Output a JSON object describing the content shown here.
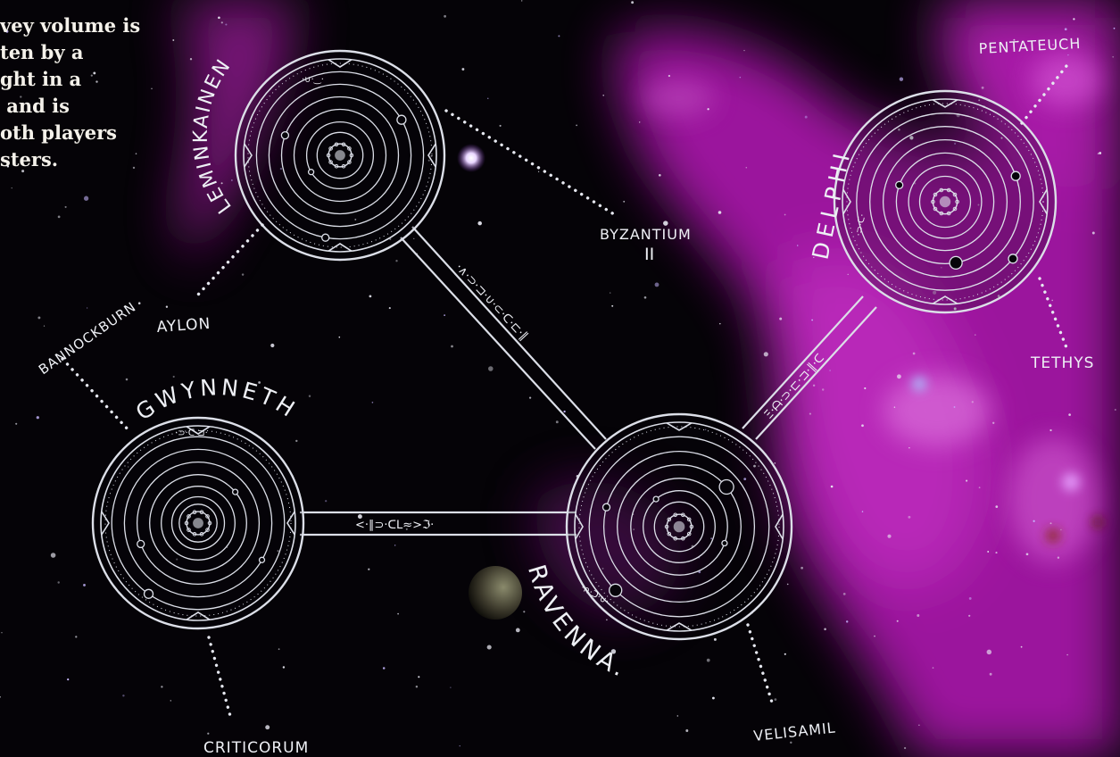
{
  "intro_lines": [
    "vey volume is",
    "ten by a",
    "ght in a",
    " and is",
    "oth players",
    "sters."
  ],
  "systems": {
    "leminkainen": {
      "name": "LEMINKAINEN",
      "glyphs": "·∪·‿·"
    },
    "gwynneth": {
      "name": "GWYNNETH",
      "glyphs": "·⊃·ᑕ·⊐·"
    },
    "ravenna": {
      "name": "RAVENNA.",
      "glyphs": "·∩·ᑐ·∪·"
    },
    "delphi": {
      "name": "DELPHI",
      "glyphs": "·⊃·ᑕ·"
    }
  },
  "places": {
    "byzantium_line1": "BYZANTIUM",
    "byzantium_line2": "II",
    "pentateuch": "PENTATEUCH",
    "tethys": "TETHYS",
    "aylon": "AYLON",
    "bannockburn": "BANNOCKBURN",
    "criticorum": "CRITICORUM",
    "velisamil": "VELISAMIL"
  },
  "routes": {
    "leminkainen_ravenna": "·∧·⊃·⊐·∪·⊂·ᑕ·⊏·∥",
    "gwynneth_ravenna": "<·∥⊃·ᑕᒪ≈>ℑ·",
    "ravenna_delphi": "Ξ·ᗩ·⊃·⊏·⊐·∥·ᑕ"
  },
  "colors": {
    "space": "#050307",
    "nebula": "#b418b4",
    "line": "#dcdfe8"
  }
}
